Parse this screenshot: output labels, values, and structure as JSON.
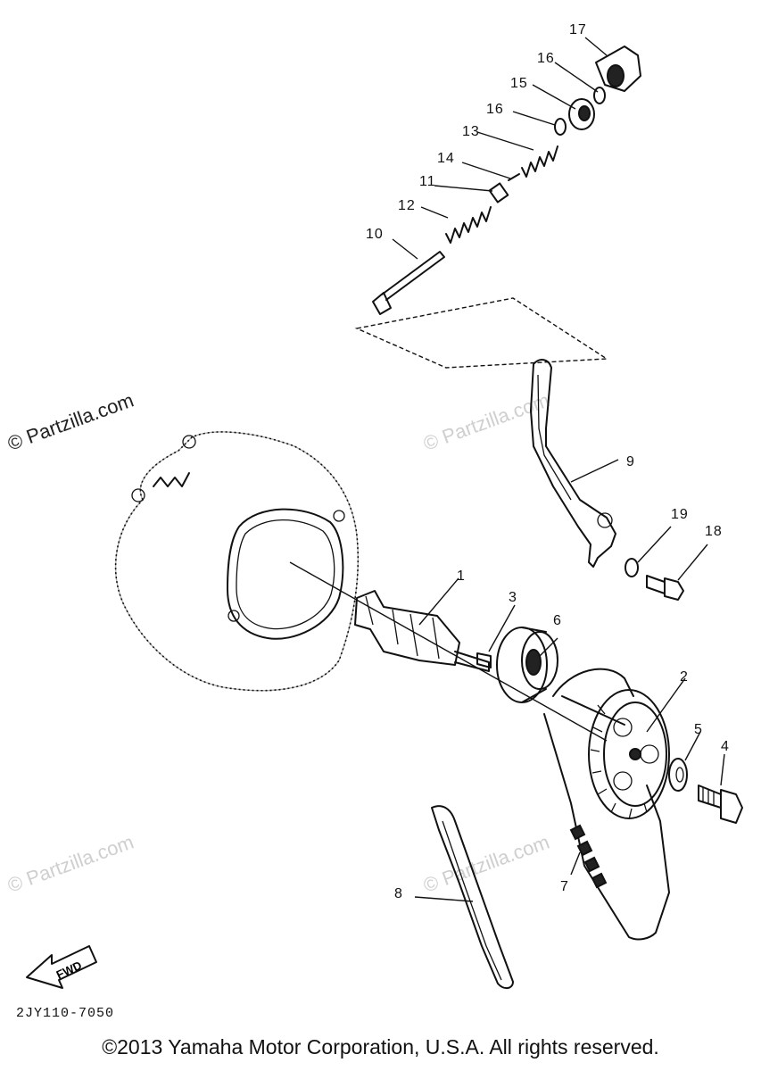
{
  "watermarks": [
    "© Partzilla.com",
    "© Partzilla.com",
    "© Partzilla.com",
    "© Partzilla.com"
  ],
  "fwd_label": "FWD",
  "diagram_code": "2JY110-7050",
  "copyright": "©2013 Yamaha Motor Corporation, U.S.A. All rights reserved.",
  "callouts": {
    "c1": "1",
    "c2": "2",
    "c3": "3",
    "c4": "4",
    "c5": "5",
    "c6": "6",
    "c7": "7",
    "c8": "8",
    "c9": "9",
    "c10": "10",
    "c11": "11",
    "c12": "12",
    "c13": "13",
    "c14": "14",
    "c15": "15",
    "c16a": "16",
    "c16b": "16",
    "c17": "17",
    "c18": "18",
    "c19": "19"
  },
  "colors": {
    "line": "#111111",
    "watermark": "#cfcfcf",
    "background": "#ffffff"
  }
}
